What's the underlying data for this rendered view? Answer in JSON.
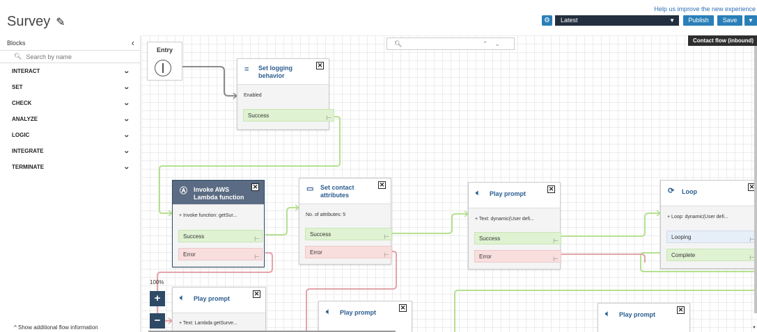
{
  "header": {
    "help_link": "Help us improve the new experience",
    "title": "Survey",
    "edit_icon": "pencil-icon",
    "settings_icon": "gear-icon",
    "version_value": "Latest",
    "publish_label": "Publish",
    "save_label": "Save",
    "tooltip": "Contact flow (inbound)"
  },
  "sidebar": {
    "heading": "Blocks",
    "search_placeholder": "Search by name",
    "categories": [
      {
        "label": "INTERACT"
      },
      {
        "label": "SET"
      },
      {
        "label": "CHECK"
      },
      {
        "label": "ANALYZE"
      },
      {
        "label": "LOGIC"
      },
      {
        "label": "INTEGRATE"
      },
      {
        "label": "TERMINATE"
      }
    ],
    "footer_link": "Show additional flow information"
  },
  "canvas": {
    "zoom": "100%",
    "entry_label": "Entry",
    "blocks": {
      "logging": {
        "title": "Set logging behavior",
        "line": "Enabled",
        "branches": [
          "Success"
        ]
      },
      "lambda": {
        "title": "Invoke AWS Lambda function",
        "line": "Invoke function: getSur...",
        "branches": [
          "Success",
          "Error"
        ]
      },
      "attrs": {
        "title": "Set contact attributes",
        "line": "No. of attributes: 5",
        "branches": [
          "Success",
          "Error"
        ]
      },
      "prompt1": {
        "title": "Play prompt",
        "line": "Text: dynamic(User defi...",
        "branches": [
          "Success",
          "Error"
        ]
      },
      "loop": {
        "title": "Loop",
        "line": "Loop: dynamic(User defi...",
        "branches": [
          "Looping",
          "Complete"
        ]
      },
      "prompt2": {
        "title": "Play prompt",
        "line": "Text: Lambda getSurve..."
      },
      "prompt3": {
        "title": "Play prompt"
      },
      "prompt4": {
        "title": "Play prompt"
      }
    }
  },
  "colors": {
    "accent": "#2a7fb8",
    "dark": "#232f3e",
    "success": "#b5e08f",
    "error": "#e3a3a8"
  }
}
